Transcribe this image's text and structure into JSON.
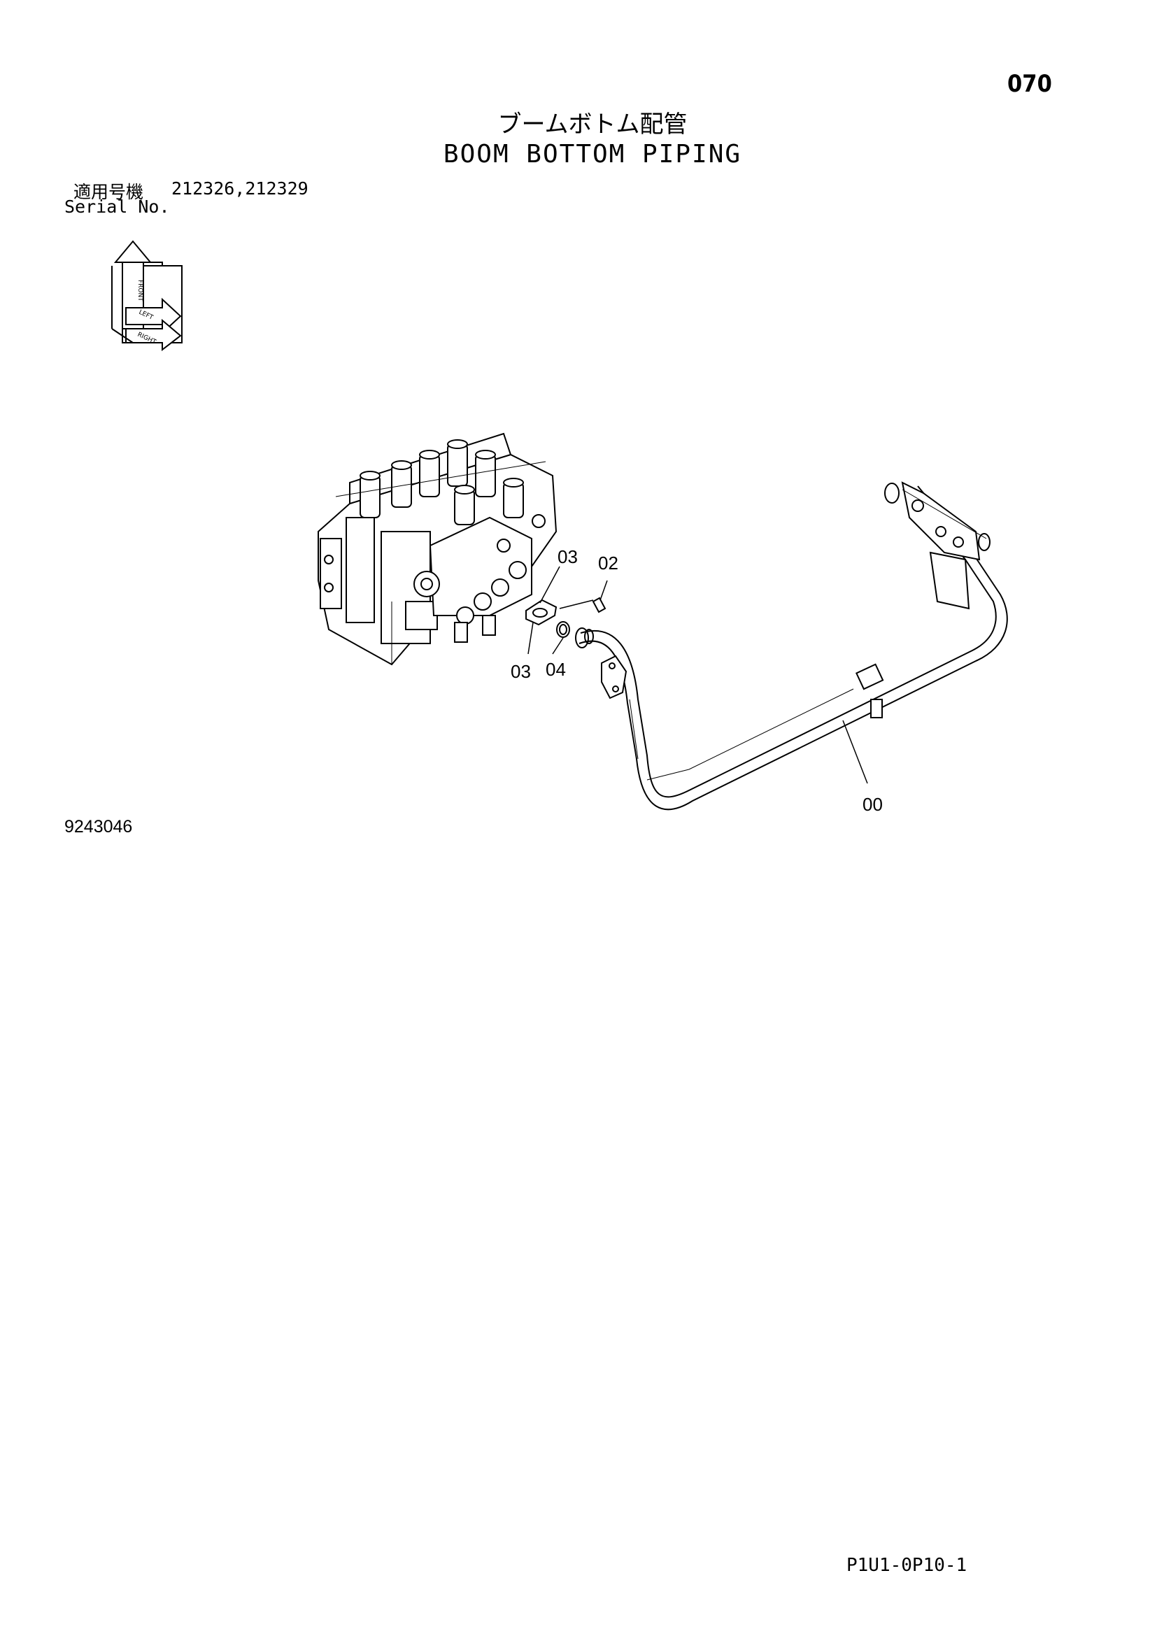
{
  "header": {
    "page_number": "070",
    "title_jp": "ブームボトム配管",
    "title_en": "BOOM BOTTOM PIPING"
  },
  "serial": {
    "label_jp": "適用号機",
    "values": "212326,212329",
    "label_en": "Serial No."
  },
  "orientation_icon": {
    "labels": [
      "FRONT",
      "LEFT",
      "RIGHT"
    ]
  },
  "diagram": {
    "illustration_code": "9243046",
    "callouts": [
      {
        "id": "03",
        "ref": "flange-clamp-upper"
      },
      {
        "id": "02",
        "ref": "bolt"
      },
      {
        "id": "03",
        "ref": "flange-clamp-lower"
      },
      {
        "id": "04",
        "ref": "o-ring"
      },
      {
        "id": "00",
        "ref": "pipe-assembly"
      }
    ]
  },
  "footer": {
    "doc_code": "P1U1-0P10-1"
  },
  "colors": {
    "ink": "#000000",
    "paper": "#ffffff"
  }
}
